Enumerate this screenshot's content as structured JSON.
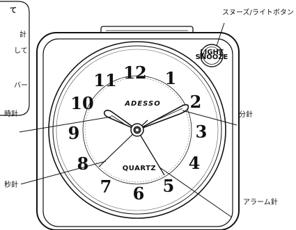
{
  "callouts": {
    "snooze_light_button": "スヌーズ/ライトボタン",
    "minute_hand": "分針",
    "hour_hand": "時針",
    "second_hand": "秒針",
    "alarm_hand": "アラーム針"
  },
  "top_left_note_fragments": [
    "て",
    "計",
    "して",
    "バー"
  ],
  "button_text": [
    "LIGHT",
    "SNOOZE"
  ],
  "brand": "ADESSO",
  "dial_label": "QUARTZ",
  "dial_numbers": [
    "12",
    "1",
    "2",
    "3",
    "4",
    "5",
    "6",
    "7",
    "8",
    "9",
    "10",
    "11"
  ]
}
